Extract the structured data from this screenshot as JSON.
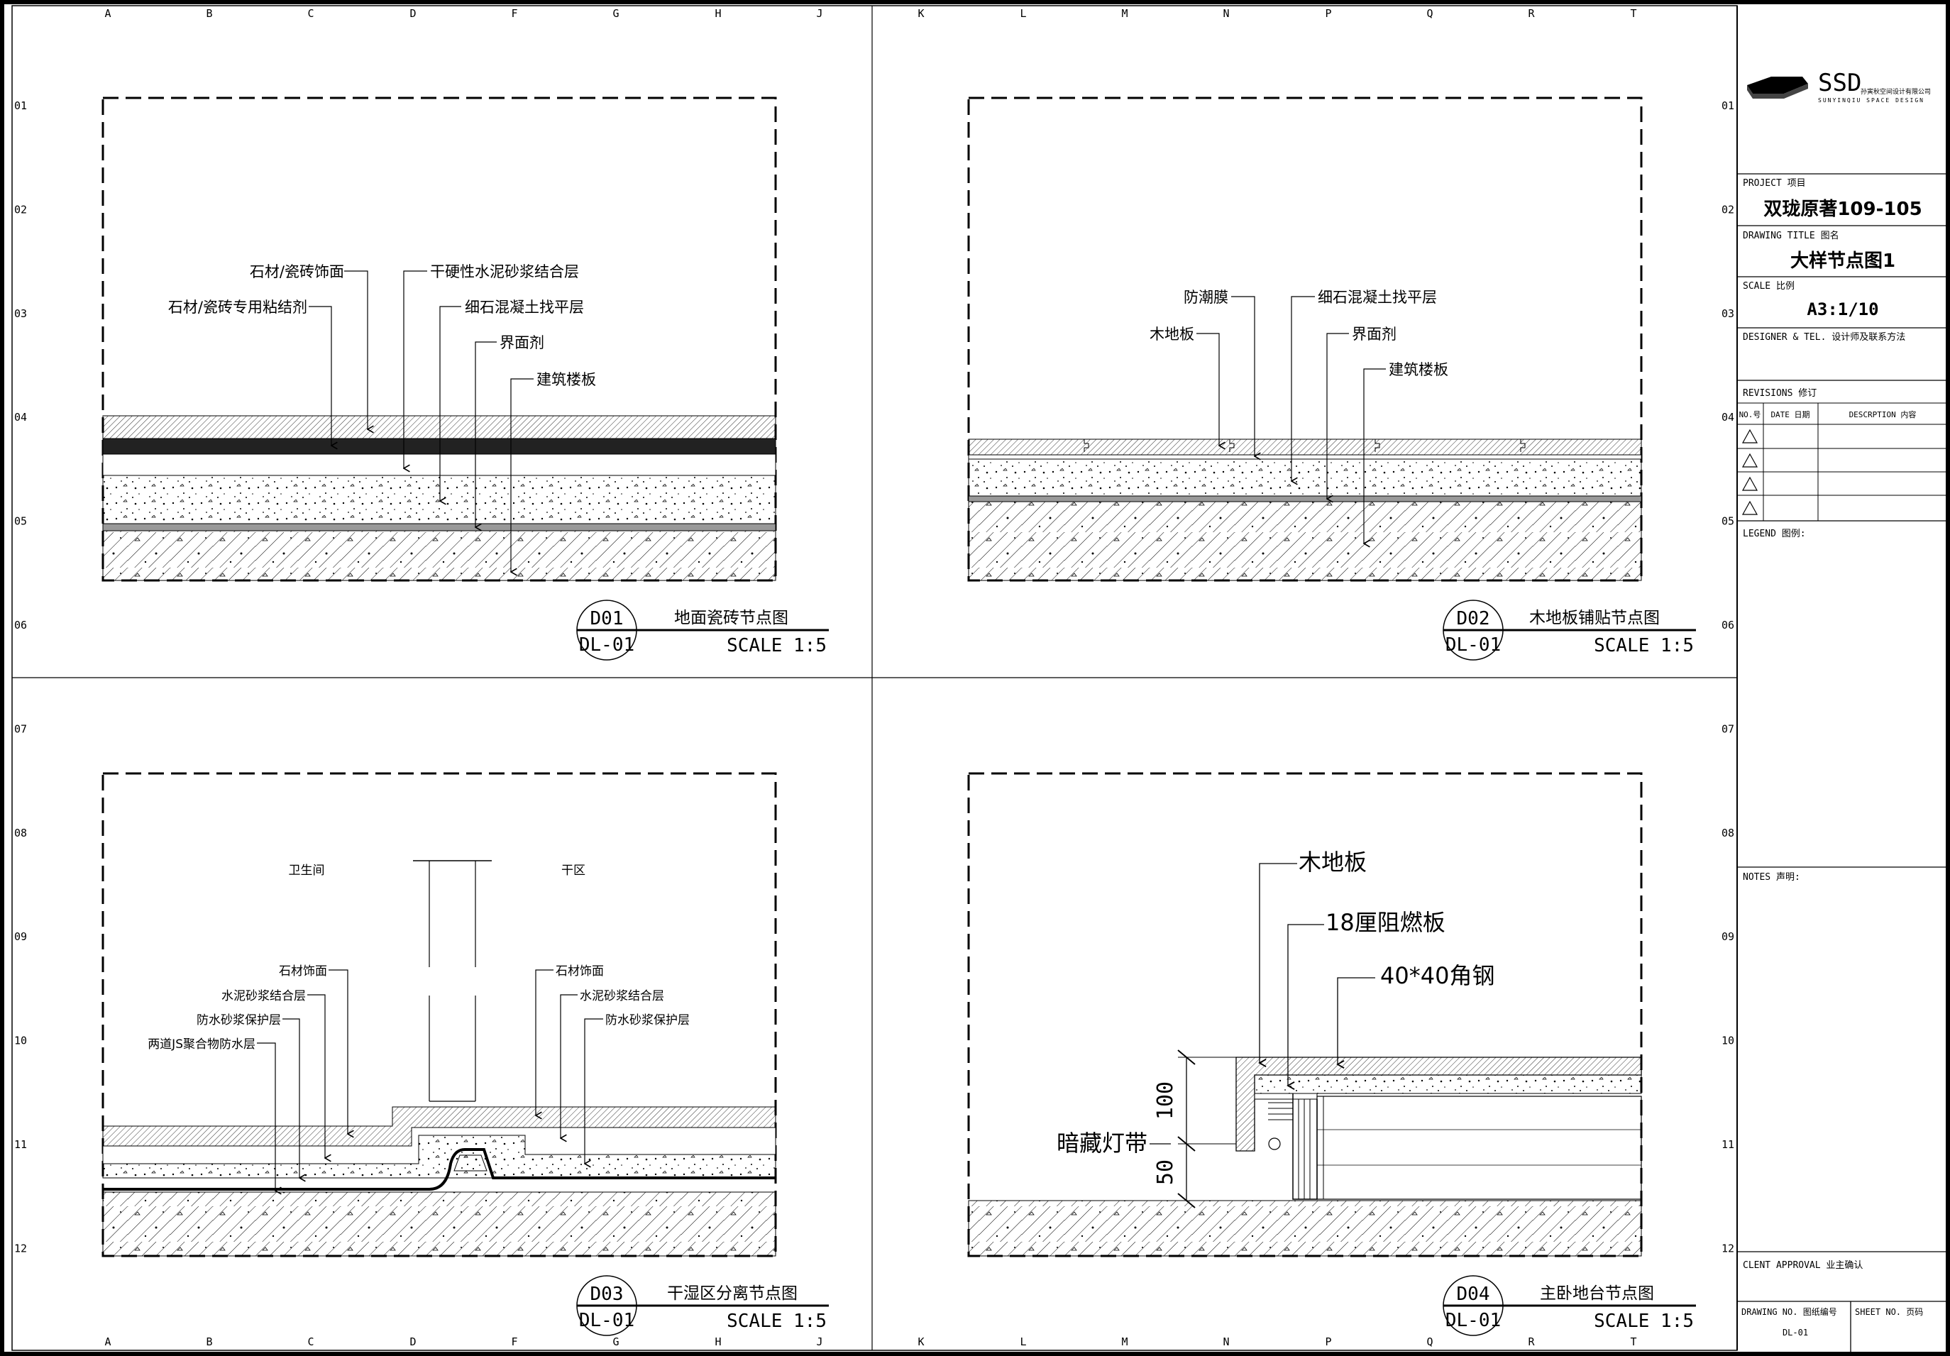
{
  "grid": {
    "cols_left": [
      "A",
      "B",
      "C",
      "D",
      "F",
      "G",
      "H",
      "J"
    ],
    "cols_right": [
      "K",
      "L",
      "M",
      "N",
      "P",
      "Q",
      "R",
      "T"
    ],
    "rows": [
      "01",
      "02",
      "03",
      "04",
      "05",
      "06",
      "07",
      "08",
      "09",
      "10",
      "11",
      "12"
    ]
  },
  "details": {
    "d01": {
      "code": "D01",
      "sheet": "DL-01",
      "title": "地面瓷砖节点图",
      "scale": "SCALE 1:5",
      "labels": [
        "石材/瓷砖饰面",
        "干硬性水泥砂浆结合层",
        "石材/瓷砖专用粘结剂",
        "细石混凝土找平层",
        "界面剂",
        "建筑楼板"
      ]
    },
    "d02": {
      "code": "D02",
      "sheet": "DL-01",
      "title": "木地板铺贴节点图",
      "scale": "SCALE 1:5",
      "labels": [
        "防潮膜",
        "细石混凝土找平层",
        "木地板",
        "界面剂",
        "建筑楼板"
      ]
    },
    "d03": {
      "code": "D03",
      "sheet": "DL-01",
      "title": "干湿区分离节点图",
      "scale": "SCALE 1:5",
      "room_left": "卫生间",
      "room_right": "干区",
      "labels_left": [
        "石材饰面",
        "水泥砂浆结合层",
        "防水砂浆保护层",
        "两道JS聚合物防水层"
      ],
      "labels_right": [
        "石材饰面",
        "水泥砂浆结合层",
        "防水砂浆保护层"
      ]
    },
    "d04": {
      "code": "D04",
      "sheet": "DL-01",
      "title": "主卧地台节点图",
      "scale": "SCALE 1:5",
      "labels": [
        "木地板",
        "18厘阻燃板",
        "40*40角钢",
        "暗藏灯带"
      ],
      "dims": [
        "100",
        "50"
      ]
    }
  },
  "title_block": {
    "logo_text": "SSD",
    "company_cn": "孙寅秋空间设计有限公司",
    "company_en": "SUNYINQIU SPACE DESIGN",
    "project_label": "PROJECT 项目",
    "project": "双珑原著109-105",
    "drawing_title_label": "DRAWING TITLE 图名",
    "drawing_title": "大样节点图1",
    "scale_label": "SCALE 比例",
    "scale": "A3:1/10",
    "designer_label": "DESIGNER & TEL. 设计师及联系方法",
    "revisions_label": "REVISIONS 修订",
    "rev_headers": [
      "NO.号",
      "DATE 日期",
      "DESCRPTION 内容"
    ],
    "legend_label": "LEGEND 图例:",
    "notes_label": "NOTES 声明:",
    "client_label": "CLENT APPROVAL 业主确认",
    "drawing_no_label": "DRAWING NO. 图纸编号",
    "sheet_no_label": "SHEET NO. 页码",
    "drawing_no": "DL-01"
  }
}
